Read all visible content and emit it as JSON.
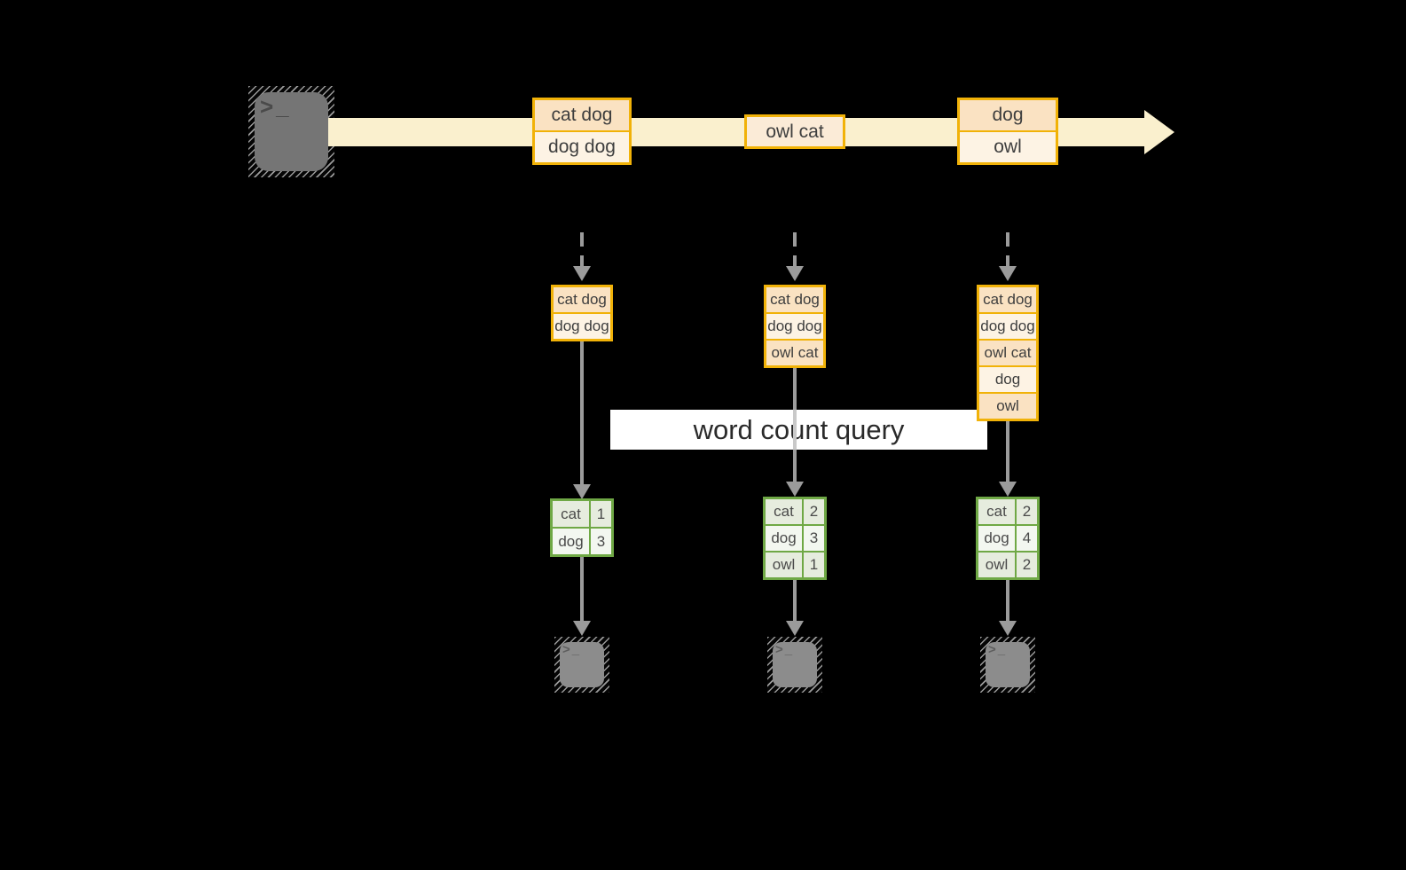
{
  "banner": {
    "label": "word count query"
  },
  "icons": {
    "terminal_prompt": ">_"
  },
  "colors": {
    "background": "#000000",
    "stream_band": "#faf0ce",
    "record_border": "#f1b208",
    "record_fill_dark": "#fae2c2",
    "record_fill_light": "#fdf3e4",
    "table_border": "#6fa845",
    "table_fill_dark": "#e6ecde",
    "table_fill_light": "#f3f7f0",
    "arrow_gray": "#9b9b9b",
    "banner_bg": "#ffffff"
  },
  "stream": {
    "events": [
      {
        "rows": [
          "cat dog",
          "dog dog"
        ]
      },
      {
        "rows": [
          "owl cat"
        ]
      },
      {
        "rows": [
          "dog",
          "owl"
        ]
      }
    ]
  },
  "pipelines": [
    {
      "records": [
        "cat dog",
        "dog dog"
      ],
      "counts": [
        {
          "word": "cat",
          "n": "1"
        },
        {
          "word": "dog",
          "n": "3"
        }
      ]
    },
    {
      "records": [
        "cat dog",
        "dog dog",
        "owl cat"
      ],
      "counts": [
        {
          "word": "cat",
          "n": "2"
        },
        {
          "word": "dog",
          "n": "3"
        },
        {
          "word": "owl",
          "n": "1"
        }
      ]
    },
    {
      "records": [
        "cat dog",
        "dog dog",
        "owl cat",
        "dog",
        "owl"
      ],
      "counts": [
        {
          "word": "cat",
          "n": "2"
        },
        {
          "word": "dog",
          "n": "4"
        },
        {
          "word": "owl",
          "n": "2"
        }
      ]
    }
  ]
}
